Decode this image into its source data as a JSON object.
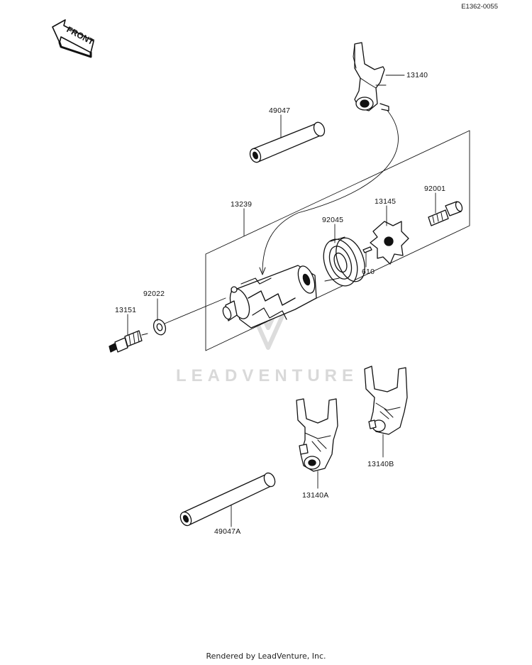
{
  "header": {
    "diagram_ref": "E1362-0055"
  },
  "watermark": {
    "text": "LEADVENTURE"
  },
  "front_arrow": {
    "text": "FRONT"
  },
  "parts": [
    {
      "id": "shift-fork-13140",
      "number": "13140"
    },
    {
      "id": "shift-rod-49047",
      "number": "49047"
    },
    {
      "id": "shift-drum-assy-13239",
      "number": "13239"
    },
    {
      "id": "bearing-92045",
      "number": "92045"
    },
    {
      "id": "drum-operating-plate-13145",
      "number": "13145"
    },
    {
      "id": "bolt-92001",
      "number": "92001"
    },
    {
      "id": "pin-610",
      "number": "610"
    },
    {
      "id": "washer-92022",
      "number": "92022"
    },
    {
      "id": "drum-pin-13151",
      "number": "13151"
    },
    {
      "id": "shift-fork-13140b",
      "number": "13140B"
    },
    {
      "id": "shift-fork-13140a",
      "number": "13140A"
    },
    {
      "id": "shift-rod-49047a",
      "number": "49047A"
    }
  ],
  "footer": {
    "text": "Rendered by LeadVenture, Inc."
  }
}
